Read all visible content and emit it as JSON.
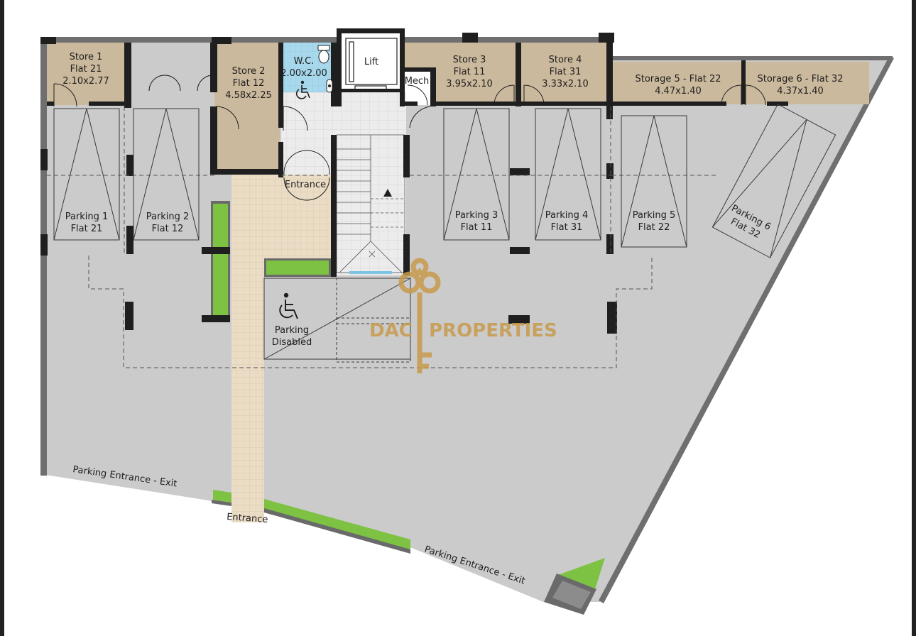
{
  "colors": {
    "floor": "#cbcbcb",
    "store": "#cbb99d",
    "wc": "#a8d8ec",
    "path": "#eadcc5",
    "green": "#7dc242",
    "wall": "#1f1f1f",
    "watermark": "#c79a4a"
  },
  "rooms": {
    "store1": {
      "title": "Store 1",
      "flat": "Flat 21",
      "size": "2.10x2.77"
    },
    "store2": {
      "title": "Store 2",
      "flat": "Flat 12",
      "size": "4.58x2.25"
    },
    "wc": {
      "title": "W.C.",
      "size": "2.00x2.00"
    },
    "lift": {
      "title": "Lift"
    },
    "mech": {
      "title": "Mech"
    },
    "store3": {
      "title": "Store 3",
      "flat": "Flat 11",
      "size": "3.95x2.10"
    },
    "store4": {
      "title": "Store 4",
      "flat": "Flat 31",
      "size": "3.33x2.10"
    },
    "storage5": {
      "title": "Storage 5 - Flat 22",
      "size": "4.47x1.40"
    },
    "storage6": {
      "title": "Storage 6 - Flat 32",
      "size": "4.37x1.40"
    }
  },
  "parking": {
    "p1": {
      "title": "Parking 1",
      "flat": "Flat 21"
    },
    "p2": {
      "title": "Parking 2",
      "flat": "Flat 12"
    },
    "p3": {
      "title": "Parking 3",
      "flat": "Flat 11"
    },
    "p4": {
      "title": "Parking 4",
      "flat": "Flat 31"
    },
    "p5": {
      "title": "Parking 5",
      "flat": "Flat 22"
    },
    "p6": {
      "title": "Parking 6",
      "flat": "Flat 32"
    },
    "disabled": {
      "line1": "Parking",
      "line2": "Disabled"
    }
  },
  "labels": {
    "entrance_inner": "Entrance",
    "entrance_outer": "Entrance",
    "parking_exit_left": "Parking Entrance - Exit",
    "parking_exit_right": "Parking Entrance - Exit"
  },
  "watermark": {
    "left": "DAC",
    "right": "PROPERTIES"
  },
  "icons": [
    "wheelchair-icon",
    "toilet-icon",
    "sink-icon",
    "key-logo-icon"
  ]
}
